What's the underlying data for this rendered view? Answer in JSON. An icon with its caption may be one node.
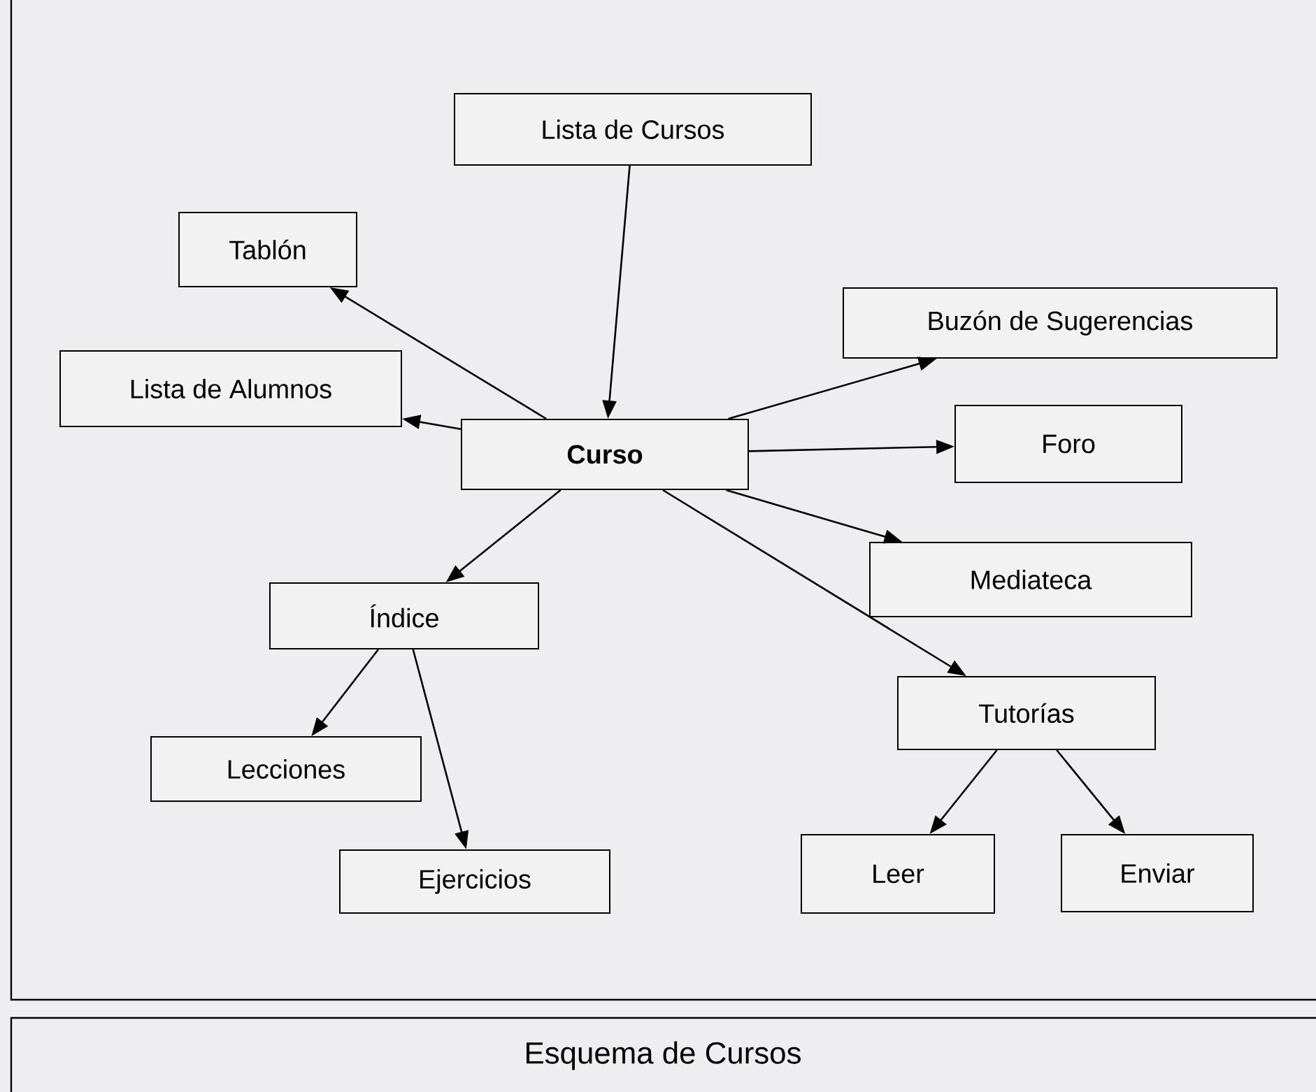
{
  "diagram": {
    "caption": "Esquema de Cursos",
    "nodes": [
      {
        "text": [
          "Lista de Cursos"
        ]
      },
      {
        "text": [
          "Tablón"
        ]
      },
      {
        "text": [
          "Buzón de Sugerencias"
        ]
      },
      {
        "text": [
          "Lista de Alumnos"
        ]
      },
      {
        "text": [
          "Curso"
        ]
      },
      {
        "text": [
          "Foro"
        ]
      },
      {
        "text": [
          "Mediateca"
        ]
      },
      {
        "text": [
          "Índice"
        ]
      },
      {
        "text": [
          "Tutorías"
        ]
      },
      {
        "text": [
          "Lecciones"
        ]
      },
      {
        "text": [
          "Leer"
        ]
      },
      {
        "text": [
          "Enviar"
        ]
      },
      {
        "text": [
          "Ejercicios"
        ]
      }
    ],
    "edges": [
      {
        "from": 0,
        "to": 4,
        "arrow": "to"
      },
      {
        "from": 4,
        "to": 1,
        "arrow": "to"
      },
      {
        "from": 4,
        "to": 3,
        "arrow": "to"
      },
      {
        "from": 4,
        "to": 2,
        "arrow": "to"
      },
      {
        "from": 4,
        "to": 5,
        "arrow": "to"
      },
      {
        "from": 4,
        "to": 6,
        "arrow": "to"
      },
      {
        "from": 4,
        "to": 7,
        "arrow": "to"
      },
      {
        "from": 4,
        "to": 8,
        "arrow": "to"
      },
      {
        "from": 7,
        "to": 9,
        "arrow": "to"
      },
      {
        "from": 7,
        "to": 12,
        "arrow": "to"
      },
      {
        "from": 8,
        "to": 10,
        "arrow": "to"
      },
      {
        "from": 8,
        "to": 11,
        "arrow": "to"
      }
    ]
  }
}
